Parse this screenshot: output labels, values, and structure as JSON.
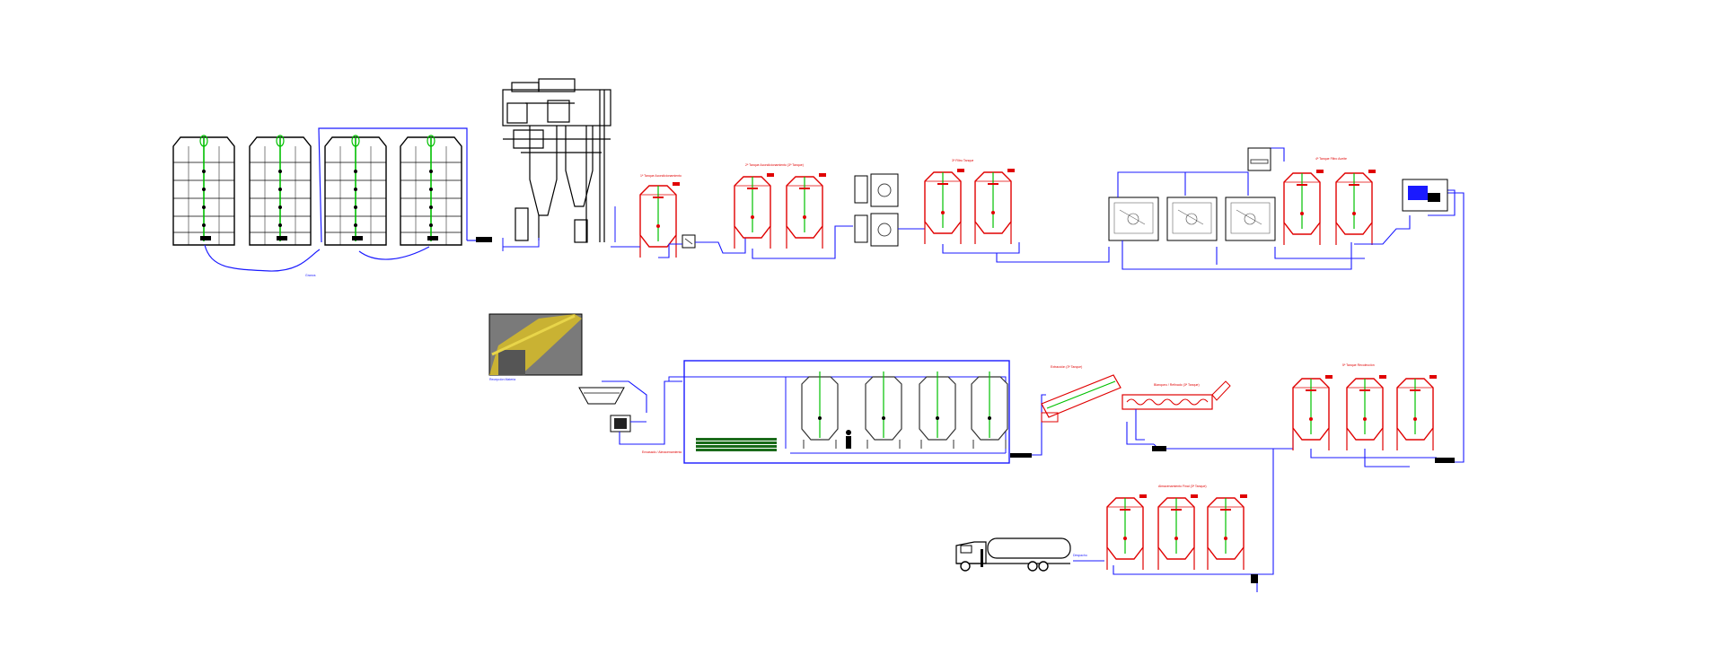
{
  "diagram": {
    "line_colors": {
      "pipe": "#1a1aff",
      "tank": "#e00000",
      "core": "#00c000",
      "equipment": "#000000"
    },
    "labels": {
      "silo_pipe": "Granos",
      "red_group_1": "1ª Tanque Acondicionamiento",
      "red_group_2": "2ª Tanque Acondicionamiento (3ª Tanque)",
      "red_group_3": "3ª Filtro Tanque",
      "red_group_4": "4ª Tanque Filtro Aceite",
      "red_group_5": "5ª Tanque Recolección",
      "red_group_6": "Envasado / Almacenamiento",
      "red_group_7": "Extracción (3ª Tanque)",
      "red_group_8": "Blanqueo / Refinado (3ª Tanque)",
      "red_group_9": "Almacenamiento Final (3ª Tanque)",
      "photo_caption": "Recepción Materia",
      "truck_label": "Despacho"
    },
    "icons": [
      "silo-icon",
      "tank-icon",
      "truck-icon",
      "conveyor-icon",
      "filter-press-icon",
      "pump-icon",
      "photo-icon"
    ]
  }
}
